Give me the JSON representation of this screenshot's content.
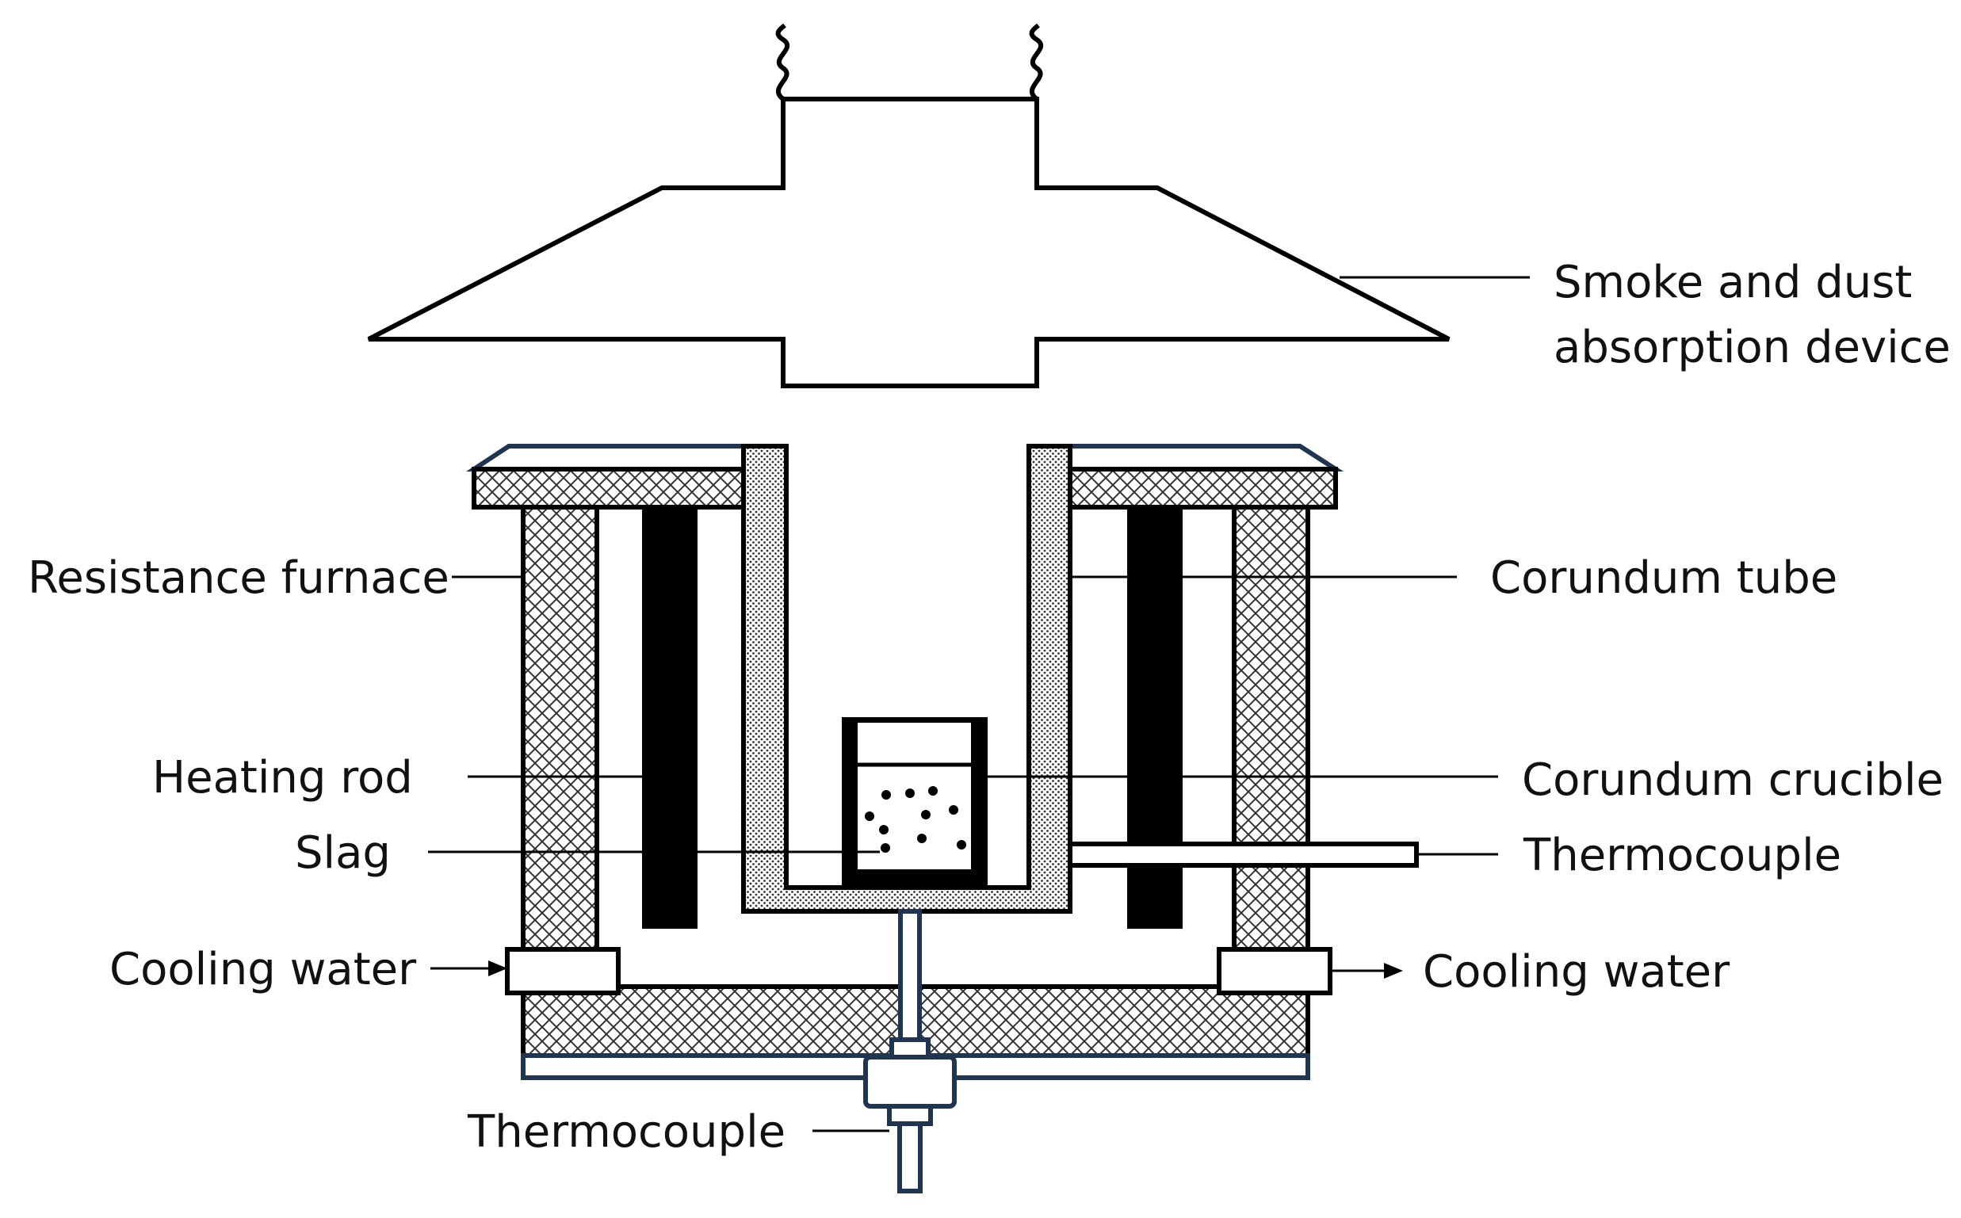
{
  "labels": {
    "smoke_line1": "Smoke and dust",
    "smoke_line2": "absorption device",
    "resistance_furnace": "Resistance furnace",
    "corundum_tube": "Corundum tube",
    "heating_rod": "Heating rod",
    "corundum_crucible": "Corundum crucible",
    "slag": "Slag",
    "thermocouple_side": "Thermocouple",
    "cooling_water_in": "Cooling water",
    "cooling_water_out": "Cooling water",
    "thermocouple_bottom": "Thermocouple"
  },
  "colors": {
    "outline": "#000000",
    "navy_edge": "#1f3550",
    "rod": "#000000"
  }
}
